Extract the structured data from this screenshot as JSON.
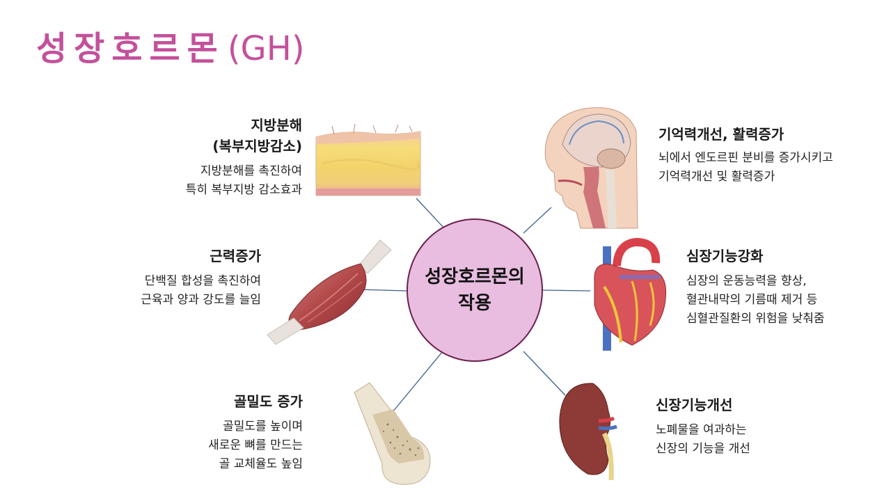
{
  "title": {
    "korean": "성장호르몬",
    "latin": "(GH)"
  },
  "hub": {
    "line1": "성장호르몬의",
    "line2": "작용"
  },
  "effects": {
    "fat": {
      "heading1": "지방분해",
      "heading2": "(복부지방감소)",
      "desc1": "지방분해를 촉진하여",
      "desc2": "특히 복부지방 감소효과"
    },
    "muscle": {
      "heading": "근력증가",
      "desc1": "단백질 합성을 촉진하여",
      "desc2": "근육과 양과 강도를 늘임"
    },
    "bone": {
      "heading": "골밀도 증가",
      "desc1": "골밀도를 높이며",
      "desc2": "새로운 뼈를 만드는",
      "desc3": "골 교체율도 높임"
    },
    "brain": {
      "heading": "기억력개선, 활력증가",
      "desc1": "뇌에서 엔도르핀 분비를 증가시키고",
      "desc2": "기억력개선 및 활력증가"
    },
    "heart": {
      "heading": "심장기능강화",
      "desc1": "심장의 운동능력을 향상,",
      "desc2": "혈관내막의 기름때 제거 등",
      "desc3": "심혈관질환의 위험을 낮춰줌"
    },
    "kidney": {
      "heading": "신장기능개선",
      "desc1": "노폐물을 여과하는",
      "desc2": "신장의 기능을 개선"
    }
  },
  "colors": {
    "title": "#c4509b",
    "hub_fill": "#e8bde0",
    "hub_border": "#6b1f4d",
    "connector": "#3a5f8a"
  }
}
